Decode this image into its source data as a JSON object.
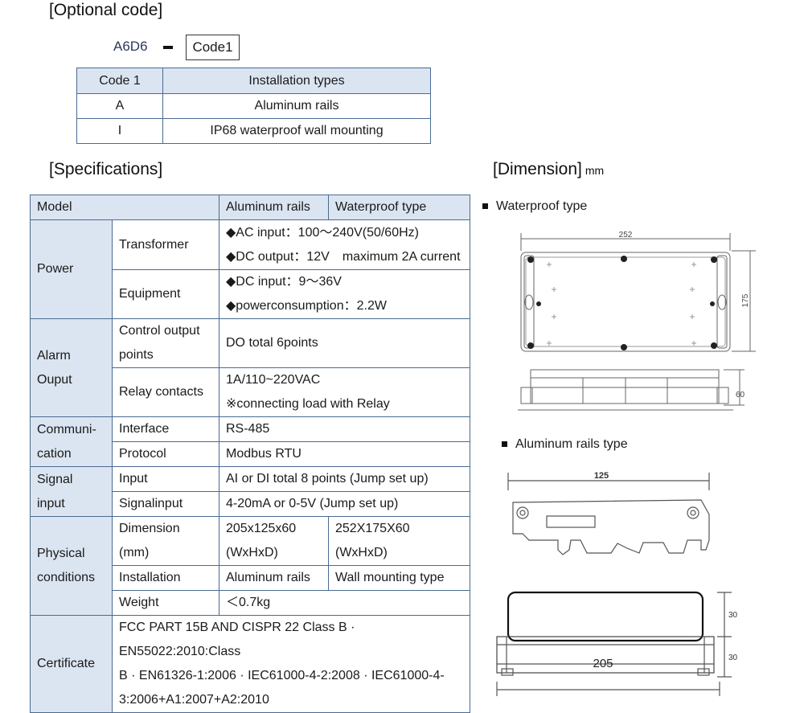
{
  "optional": {
    "heading": "[Optional code]",
    "prefix": "A6D6",
    "code_box": "Code1",
    "table": {
      "headers": [
        "Code 1",
        "Installation types"
      ],
      "rows": [
        [
          "A",
          "Aluminum rails"
        ],
        [
          "I",
          "IP68 waterproof wall mounting"
        ]
      ]
    }
  },
  "specs": {
    "heading": "[Specifications]",
    "model_label": "Model",
    "col_aluminum": "Aluminum rails",
    "col_waterproof": "Waterproof type",
    "power": {
      "label": "Power",
      "transformer": "Transformer",
      "transformer_lines": [
        "◆AC input：100～240V(50/60Hz)",
        "◆DC output：12V　maximum 2A current"
      ],
      "equipment": "Equipment",
      "equipment_lines": [
        "◆DC input：9～36V",
        "◆powerconsumption：2.2W"
      ]
    },
    "alarm": {
      "label_lines": [
        "Alarm",
        "Ouput"
      ],
      "control_lines": [
        "Control output",
        "points"
      ],
      "control_value": "DO total 6points",
      "relay": "Relay contacts",
      "relay_lines": [
        "1A/110~220VAC",
        "※connecting load with Relay"
      ]
    },
    "communication": {
      "label_lines": [
        "Communi-",
        "cation"
      ],
      "interface": "Interface",
      "interface_value": "RS-485",
      "protocol": "Protocol",
      "protocol_value": "Modbus RTU"
    },
    "signal": {
      "label_lines": [
        "Signal",
        "input"
      ],
      "input": "Input",
      "input_value": "AI or DI total 8 points (Jump set up)",
      "signalinput": "Signalinput",
      "signalinput_value": "4-20mA or 0-5V (Jump set up)"
    },
    "physical": {
      "label_lines": [
        "Physical",
        "conditions"
      ],
      "dimension_lines": [
        "Dimension",
        "(mm)"
      ],
      "dim_aluminum_lines": [
        "205x125x60",
        "(WxHxD)"
      ],
      "dim_waterproof_lines": [
        "252X175X60",
        "(WxHxD)"
      ],
      "installation": "Installation",
      "inst_aluminum": "Aluminum rails",
      "inst_waterproof": "Wall mounting type",
      "weight": "Weight",
      "weight_value": "＜0.7kg"
    },
    "certificate": {
      "label": "Certificate",
      "lines": [
        "FCC PART 15B AND CISPR 22 Class B · EN55022:2010:Class",
        "B · EN61326-1:2006 · IEC61000-4-2:2008 · IEC61000-4-",
        "3:2006+A1:2007+A2:2010"
      ]
    }
  },
  "dimension": {
    "heading": "[Dimension]",
    "unit": "mm",
    "waterproof_label": "Waterproof type",
    "waterproof_width": "252",
    "waterproof_height": "175",
    "waterproof_depth": "60",
    "aluminum_label": "Aluminum rails type",
    "aluminum_height": "125",
    "aluminum_width": "205",
    "aluminum_depth_top": "30",
    "aluminum_depth_bottom": "30"
  }
}
